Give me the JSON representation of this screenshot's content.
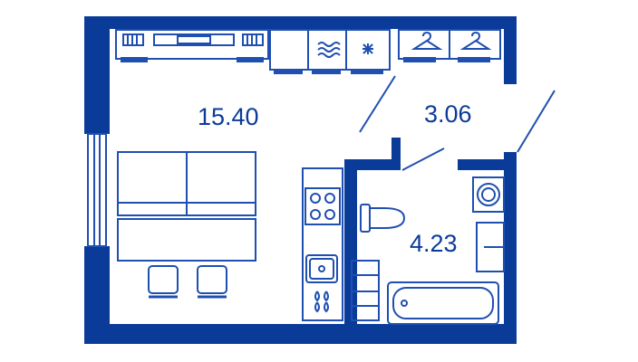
{
  "colors": {
    "wall": "#0b3b99",
    "line": "#1f4fb0",
    "background": "#ffffff"
  },
  "rooms": {
    "living": {
      "area": "15.40"
    },
    "hall": {
      "area": "3.06"
    },
    "bathroom": {
      "area": "4.23"
    }
  },
  "icons": {
    "radiator": "radiator-icon",
    "tv": "tv-icon",
    "washer_dryer_waves": "waves-icon",
    "fridge_snowflake": "snowflake-icon",
    "hanger": "hanger-icon",
    "washing_machine": "washing-machine-icon",
    "toilet": "toilet-icon",
    "stove": "stove-icon",
    "sink": "sink-icon",
    "bathtub": "bathtub-icon"
  }
}
